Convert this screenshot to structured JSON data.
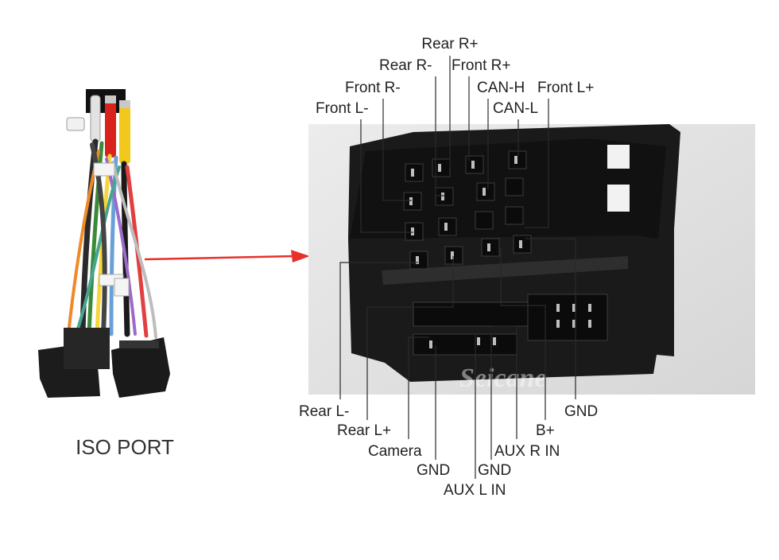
{
  "harness": {
    "caption": "ISO PORT"
  },
  "watermark": "Seicane",
  "pin_labels": {
    "rear_r_plus": "Rear R+",
    "rear_r_minus": "Rear R-",
    "front_r_plus": "Front R+",
    "front_r_minus": "Front R-",
    "can_h": "CAN-H",
    "front_l_plus": "Front L+",
    "front_l_minus": "Front L-",
    "can_l": "CAN-L",
    "rear_l_minus": "Rear L-",
    "rear_l_plus": "Rear L+",
    "camera": "Camera",
    "gnd_1": "GND",
    "aux_l_in": "AUX L IN",
    "gnd_2": "GND",
    "aux_r_in": "AUX R IN",
    "b_plus": "B+",
    "gnd_3": "GND"
  },
  "colors": {
    "arrow": "#e8302a",
    "connector": "#1a1a1a"
  }
}
